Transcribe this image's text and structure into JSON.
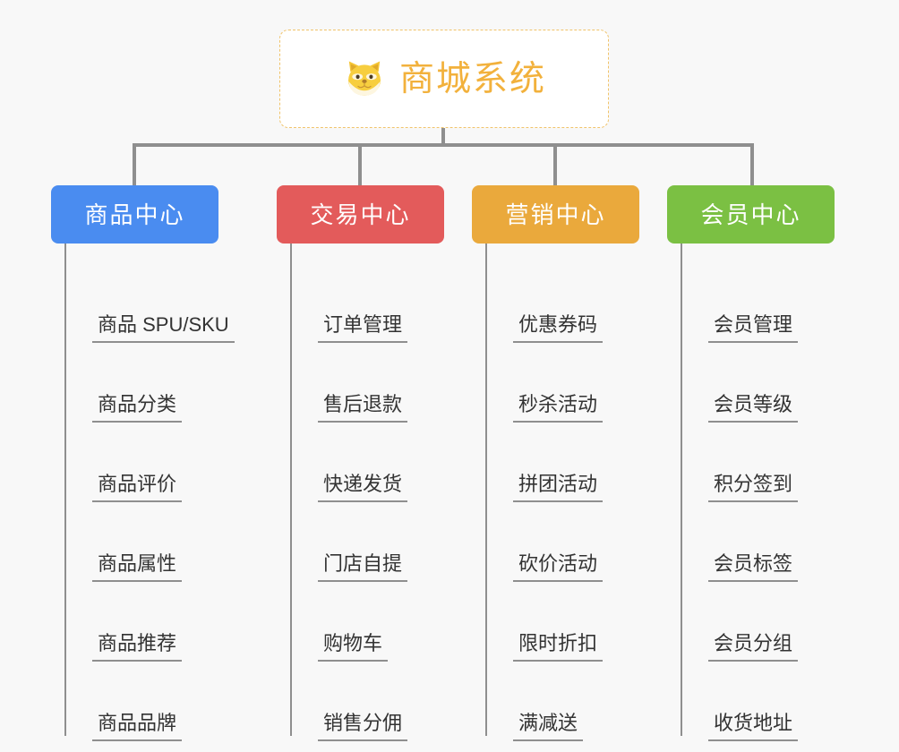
{
  "root": {
    "title": "商城系统",
    "icon": "shiba-dog-icon",
    "border_color": "#f0c36a",
    "text_color": "#f2b13c",
    "background": "#ffffff"
  },
  "canvas": {
    "background": "#f8f8f8",
    "connector_color": "#8f8f8f"
  },
  "groups": [
    {
      "label": "商品中心",
      "color": "#4a8cf0",
      "items": [
        "商品 SPU/SKU",
        "商品分类",
        "商品评价",
        "商品属性",
        "商品推荐",
        "商品品牌"
      ]
    },
    {
      "label": "交易中心",
      "color": "#e35b5b",
      "items": [
        "订单管理",
        "售后退款",
        "快递发货",
        "门店自提",
        "购物车",
        "销售分佣"
      ]
    },
    {
      "label": "营销中心",
      "color": "#eaa93c",
      "items": [
        "优惠券码",
        "秒杀活动",
        "拼团活动",
        "砍价活动",
        "限时折扣",
        "满减送"
      ]
    },
    {
      "label": "会员中心",
      "color": "#7bc043",
      "items": [
        "会员管理",
        "会员等级",
        "积分签到",
        "会员标签",
        "会员分组",
        "收货地址"
      ]
    }
  ]
}
